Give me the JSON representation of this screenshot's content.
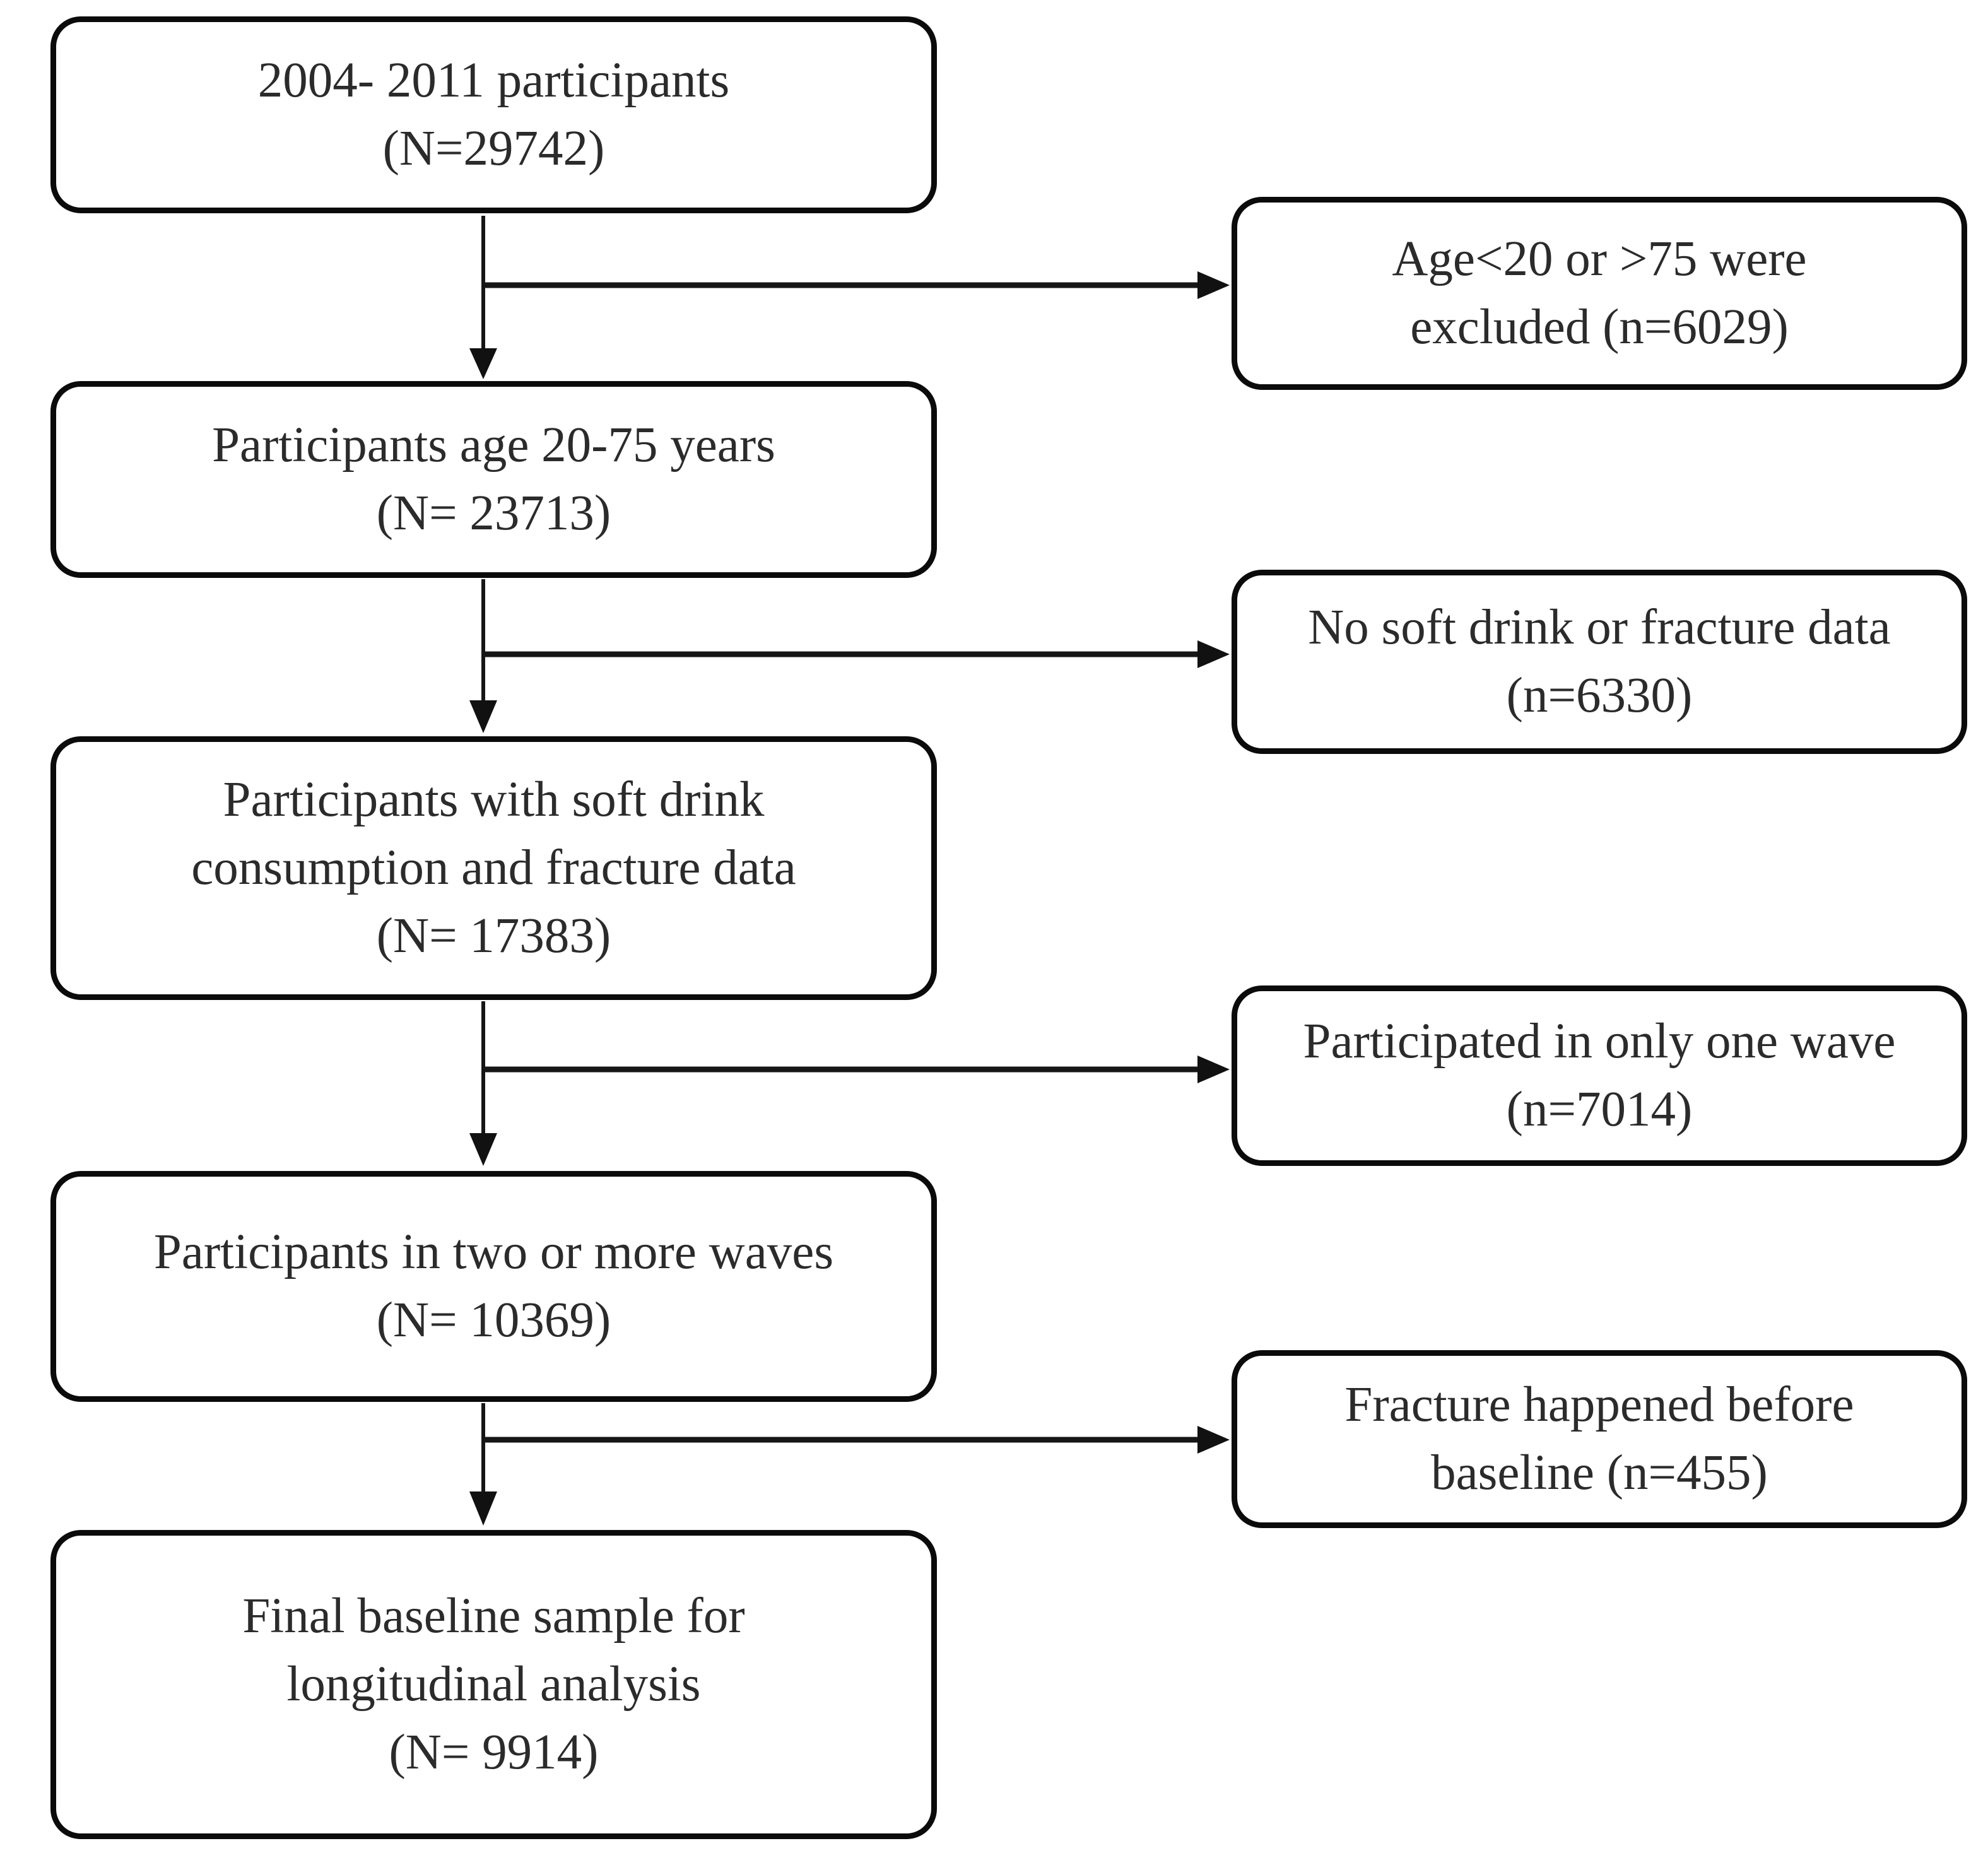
{
  "flow": {
    "steps": [
      {
        "lines": [
          "2004- 2011 participants",
          "(N=29742)"
        ]
      },
      {
        "lines": [
          "Participants age 20-75 years",
          "(N= 23713)"
        ]
      },
      {
        "lines": [
          "Participants with soft drink",
          "consumption and fracture data",
          "(N= 17383)"
        ]
      },
      {
        "lines": [
          "Participants in two or more waves",
          "(N= 10369)"
        ]
      },
      {
        "lines": [
          "Final baseline sample for",
          "longitudinal analysis",
          "(N= 9914)"
        ]
      }
    ],
    "exclusions": [
      {
        "branch_after_step": 1,
        "lines": [
          "Age<20 or >75 were",
          "excluded (n=6029)"
        ]
      },
      {
        "branch_after_step": 2,
        "lines": [
          "No soft drink or fracture data",
          "(n=6330)"
        ]
      },
      {
        "branch_after_step": 3,
        "lines": [
          "Participated in only one wave",
          "(n=7014)"
        ]
      },
      {
        "branch_after_step": 4,
        "lines": [
          "Fracture happened before",
          "baseline (n=455)"
        ]
      }
    ],
    "colors": {
      "background": "#ffffff",
      "box_border": "#0b0b0b",
      "text": "#2b2b2b",
      "arrow": "#111111"
    }
  }
}
